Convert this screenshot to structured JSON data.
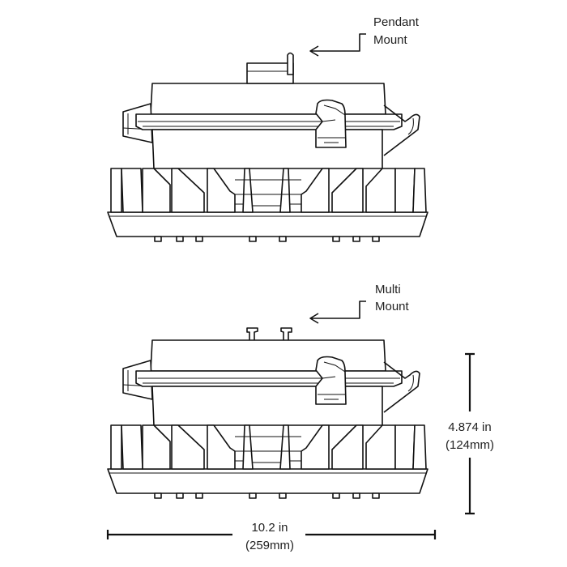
{
  "callouts": {
    "pendant": {
      "line1": "Pendant",
      "line2": "Mount"
    },
    "multi": {
      "line1": "Multi",
      "line2": "Mount"
    }
  },
  "dimensions": {
    "height": {
      "imperial": "4.874 in",
      "metric": "(124mm)"
    },
    "width": {
      "imperial": "10.2 in",
      "metric": "(259mm)"
    }
  },
  "colors": {
    "line": "#111111",
    "background": "#ffffff"
  }
}
